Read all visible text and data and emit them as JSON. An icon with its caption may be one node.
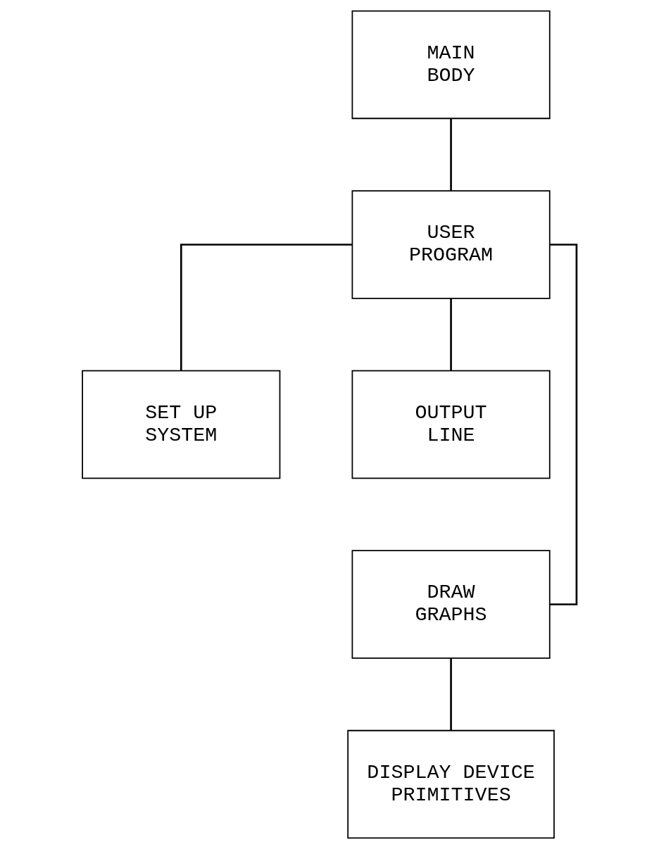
{
  "diagram": {
    "nodes": [
      {
        "text": [
          "MAIN BODY"
        ]
      },
      {
        "text": [
          "USER PROGRAM"
        ]
      },
      {
        "text": [
          "SET UP SYSTEM"
        ]
      },
      {
        "text": [
          "OUTPUT LINE"
        ]
      },
      {
        "text": [
          "DRAW GRAPHS"
        ]
      },
      {
        "text": [
          "DISPLAY DEVICE PRIMITIVES"
        ]
      }
    ],
    "edges": [
      {
        "from": 0,
        "to": 1,
        "arrow": "none"
      },
      {
        "from": 1,
        "to": 2,
        "arrow": "none"
      },
      {
        "from": 1,
        "to": 4,
        "arrow": "none"
      },
      {
        "from": 1,
        "to": 3,
        "arrow": "none"
      },
      {
        "from": 4,
        "to": 5,
        "arrow": "none"
      }
    ]
  }
}
